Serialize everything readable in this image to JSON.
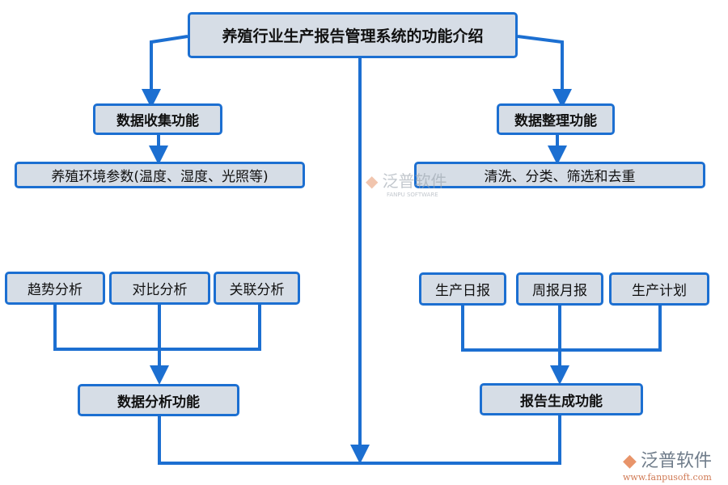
{
  "title": "养殖行业生产报告管理系统的功能介绍",
  "left": {
    "collect": "数据收集功能",
    "collect_detail": "养殖环境参数(温度、湿度、光照等)",
    "analysis_items": [
      "趋势分析",
      "对比分析",
      "关联分析"
    ],
    "analysis": "数据分析功能"
  },
  "right": {
    "organize": "数据整理功能",
    "organize_detail": "清洗、分类、筛选和去重",
    "report_items": [
      "生产日报",
      "周报月报",
      "生产计划"
    ],
    "report": "报告生成功能"
  },
  "watermark": {
    "name": "泛普软件",
    "sub": "FANPU SOFTWARE",
    "url": "www.fanpusoft.com"
  },
  "colors": {
    "line": "#1c6fd1",
    "box_fill": "#d6dde6"
  }
}
